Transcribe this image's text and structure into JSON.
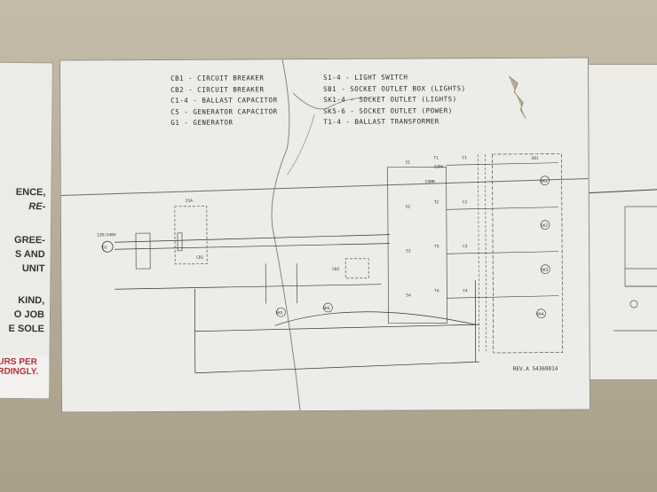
{
  "legend_left": [
    "CB1 - CIRCUIT BREAKER",
    "CB2 - CIRCUIT BREAKER",
    "C1-4 - BALLAST CAPACITOR",
    "C5 - GENERATOR CAPACITOR",
    "G1 - GENERATOR"
  ],
  "legend_right": [
    "S1-4 - LIGHT SWITCH",
    "SB1 - SOCKET OUTLET BOX (LIGHTS)",
    "SK1-4 - SOCKET OUTLET (LIGHTS)",
    "SK5-6 - SOCKET OUTLET (POWER)",
    "T1-4 - BALLAST TRANSFORMER"
  ],
  "revision": "REV.A 54369814",
  "left_decal_lines": [
    "ENCE,",
    "RE-",
    "GREE-",
    "S AND",
    "UNIT",
    "KIND,",
    "O JOB",
    "E SOLE"
  ],
  "left_decal_red": [
    "URS PER",
    "RDINGLY."
  ],
  "diagram_labels": {
    "cb1": "CB1",
    "cb2": "CB2",
    "amp": "25A",
    "gen": "G1",
    "voltage": "120/240V",
    "c1": "C1",
    "c2": "C2",
    "c3": "C3",
    "c4": "C4",
    "t1": "T1",
    "t2": "T2",
    "t3": "T3",
    "t4": "T4",
    "s1": "S1",
    "s2": "S2",
    "s3": "S3",
    "s4": "S4",
    "sb1": "SB1",
    "sk1": "SK1",
    "sk2": "SK2",
    "sk3": "SK3",
    "sk4": "SK4",
    "sk5": "SK5",
    "sk6": "SK6",
    "comm": "COMM",
    "v120": "120V"
  }
}
